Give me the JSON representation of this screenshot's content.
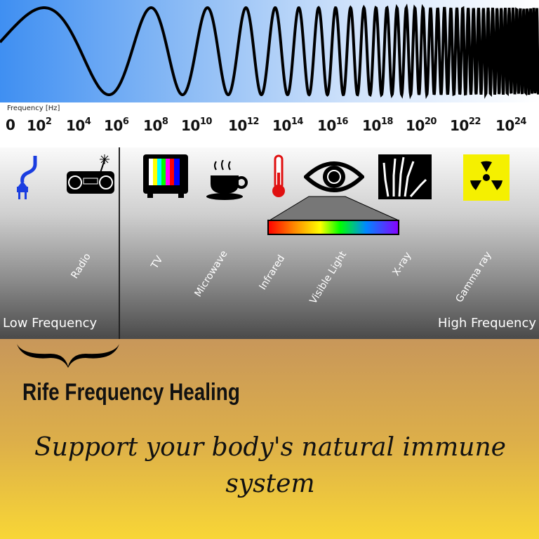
{
  "axis": {
    "label": "Frequency [Hz]",
    "ticks": [
      {
        "base": "0",
        "exp": ""
      },
      {
        "base": "10",
        "exp": "2"
      },
      {
        "base": "10",
        "exp": "4"
      },
      {
        "base": "10",
        "exp": "6"
      },
      {
        "base": "10",
        "exp": "8"
      },
      {
        "base": "10",
        "exp": "10"
      },
      {
        "base": "10",
        "exp": "12"
      },
      {
        "base": "10",
        "exp": "14"
      },
      {
        "base": "10",
        "exp": "16"
      },
      {
        "base": "10",
        "exp": "18"
      },
      {
        "base": "10",
        "exp": "20"
      },
      {
        "base": "10",
        "exp": "22"
      },
      {
        "base": "10",
        "exp": "24"
      }
    ]
  },
  "icons": [
    "power-plug",
    "radio",
    "tv",
    "coffee-cup",
    "thermometer",
    "eye",
    "x-ray-hand",
    "radiation"
  ],
  "bands": [
    "Radio",
    "TV",
    "Microwave",
    "Infrared",
    "Visible Light",
    "X-ray",
    "Gamma ray"
  ],
  "low_label": "Low Frequency",
  "high_label": "High Frequency",
  "title": "Rife Frequency Healing",
  "subtitle": "Support your body's natural immune system",
  "colors": {
    "wave_bg": "#3f8ff2",
    "plug": "#1a3de0",
    "thermometer": "#e01010",
    "radiation_bg": "#f5f000",
    "bottom_top": "#c8975a",
    "bottom_bottom": "#f8d636"
  }
}
